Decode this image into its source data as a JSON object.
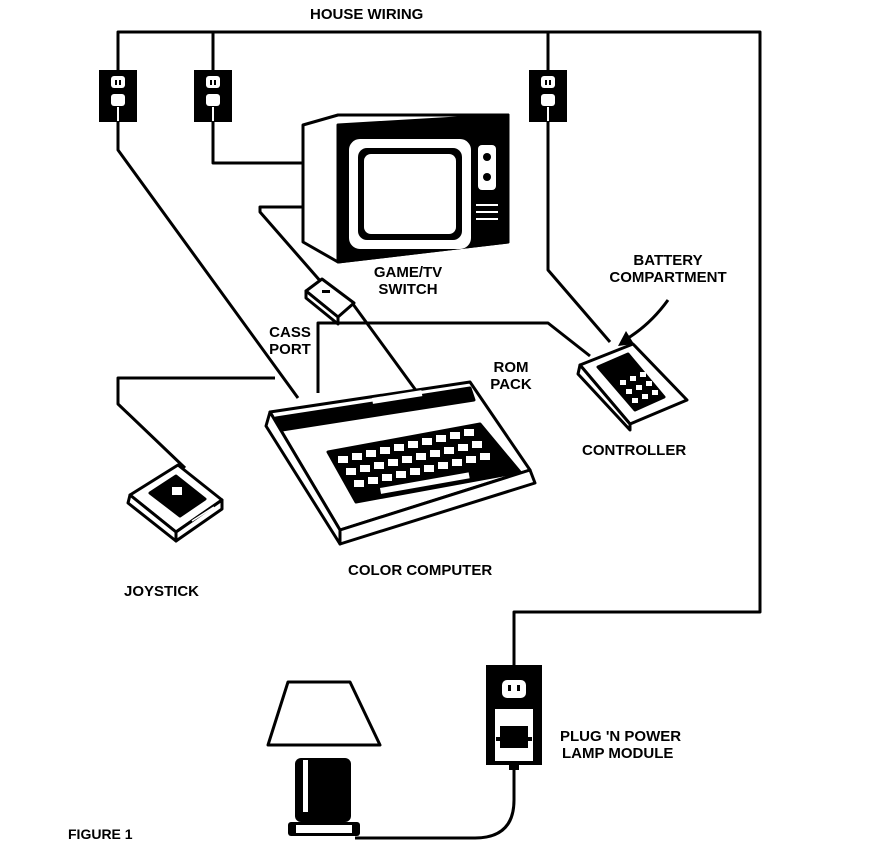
{
  "labels": {
    "house_wiring": "HOUSE WIRING",
    "game_tv_switch": [
      "GAME/TV",
      "SWITCH"
    ],
    "battery_compartment": [
      "BATTERY",
      "COMPARTMENT"
    ],
    "cass_port": [
      "CASS",
      "PORT"
    ],
    "rom_pack": [
      "ROM",
      "PACK"
    ],
    "controller": "CONTROLLER",
    "color_computer": "COLOR COMPUTER",
    "joystick": "JOYSTICK",
    "plug_n_power": [
      "PLUG 'N POWER",
      "LAMP MODULE"
    ],
    "figure": "FIGURE 1"
  },
  "colors": {
    "ink": "#000000",
    "paper": "#ffffff"
  }
}
